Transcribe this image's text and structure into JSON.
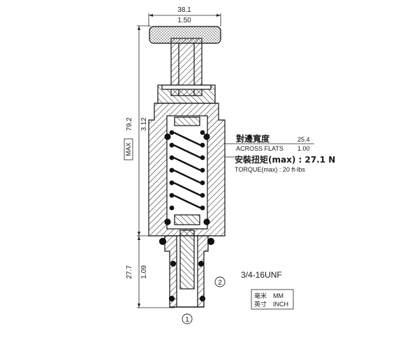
{
  "dimensions": {
    "top_width_mm": "38.1",
    "top_width_in": "1.50",
    "overall_max_label": "MAX",
    "overall_mm": "79.2",
    "overall_in": "3.12",
    "lower_mm": "27.7",
    "lower_in": "1.09"
  },
  "specs": {
    "across_flats_zh": "對邊寬度",
    "across_flats_en": "ACROSS FLATS",
    "across_flats_mm": "25.4",
    "across_flats_in": "1.00",
    "torque_zh": "安裝扭矩(max) : 27.1 N",
    "torque_en": "TORQUE(max) : 20 ft-lbs"
  },
  "thread": "3/4-16UNF",
  "ports": {
    "port1": "1",
    "port2": "2"
  },
  "units_legend": {
    "mm_zh": "毫米",
    "mm_en": "MM",
    "inch_zh": "英寸",
    "inch_en": "INCH"
  }
}
